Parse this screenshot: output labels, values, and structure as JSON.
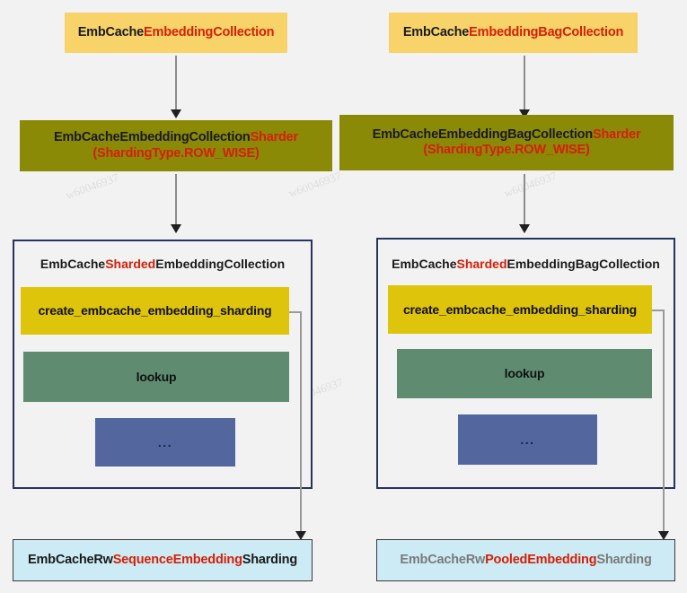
{
  "diagram": {
    "columns": [
      {
        "id": "sequence",
        "source": {
          "prefix": "EmbCache",
          "highlight": "EmbeddingCollection"
        },
        "sharder": {
          "line1_plain": "EmbCacheEmbeddingCollection",
          "line1_highlight": "Sharder",
          "line2": "(ShardingType.ROW_WISE)"
        },
        "panel": {
          "title_part1": "EmbCache",
          "title_highlight": "Sharded",
          "title_part2": "EmbeddingCollection"
        },
        "methods": [
          {
            "name": "create_embcache_embedding_sharding",
            "style": "yellow"
          },
          {
            "name": "lookup",
            "style": "green"
          },
          {
            "name": "...",
            "style": "blue"
          }
        ],
        "result": {
          "part1": "EmbCacheRw",
          "highlight": "SequenceEmbedding",
          "part2": "Sharding",
          "muted": false
        }
      },
      {
        "id": "pooled",
        "source": {
          "prefix": "EmbCache",
          "highlight": "EmbeddingBagCollection"
        },
        "sharder": {
          "line1_plain": "EmbCacheEmbeddingBagCollection",
          "line1_highlight": "Sharder",
          "line2": "(ShardingType.ROW_WISE)"
        },
        "panel": {
          "title_part1": "EmbCache",
          "title_highlight": "Sharded",
          "title_part2": "EmbeddingBagCollection"
        },
        "methods": [
          {
            "name": "create_embcache_embedding_sharding",
            "style": "yellow"
          },
          {
            "name": "lookup",
            "style": "green"
          },
          {
            "name": "...",
            "style": "blue"
          }
        ],
        "result": {
          "part1": "EmbCacheRw",
          "highlight": "PooledEmbedding",
          "part2": "Sharding",
          "muted": true
        }
      }
    ],
    "colors": {
      "background": "#F2F2F2",
      "source_fill": "#F8D36A",
      "sharder_fill": "#8A8A06",
      "panel_border": "#27335F",
      "method_yellow": "#DFC40C",
      "method_green": "#5F8C70",
      "method_blue": "#53669E",
      "result_fill": "#CCEBF5",
      "highlight_red": "#D81E05",
      "connector_grey": "#8C8C8C"
    },
    "watermark_text": "w60046937"
  }
}
